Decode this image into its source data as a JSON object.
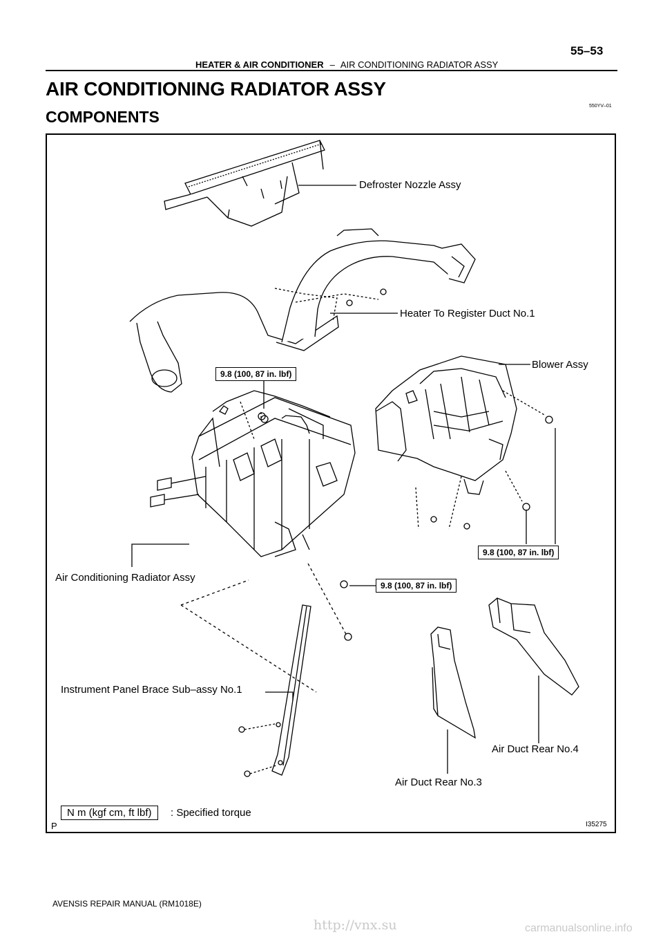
{
  "header": {
    "section": "HEATER & AIR CONDITIONER",
    "separator": "–",
    "subsection": "AIR CONDITIONING RADIATOR ASSY",
    "page_number": "55–53"
  },
  "title": "AIR CONDITIONING RADIATOR ASSY",
  "section_title": "COMPONENTS",
  "doc_code": "550YV–01",
  "figure": {
    "labels": {
      "defroster": "Defroster Nozzle Assy",
      "heater_duct": "Heater To Register Duct No.1",
      "blower": "Blower Assy",
      "radiator": "Air Conditioning Radiator Assy",
      "brace": "Instrument Panel Brace Sub–assy No.1",
      "duct_rear4": "Air Duct Rear No.4",
      "duct_rear3": "Air Duct Rear No.3"
    },
    "torque": {
      "t1": "9.8 (100, 87 in. lbf)",
      "t2": "9.8 (100, 87 in. lbf)",
      "t3": "9.8 (100, 87 in. lbf)"
    },
    "legend_unit": "N m (kgf cm, ft lbf)",
    "legend_text": ": Specified torque",
    "corner_mark": "P",
    "figure_code": "I35275"
  },
  "footer": "AVENSIS REPAIR MANUAL   (RM1018E)",
  "watermark": {
    "link": "http://vnx.su",
    "site": "carmanualsonline.info"
  }
}
